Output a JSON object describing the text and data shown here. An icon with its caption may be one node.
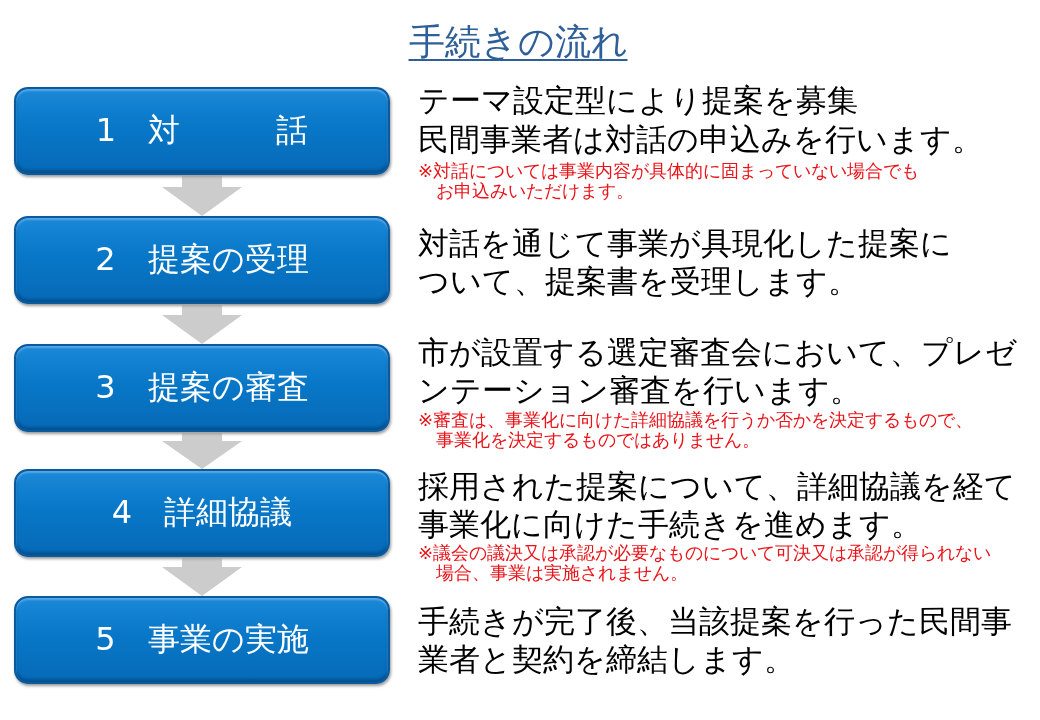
{
  "diagram": {
    "title": "手続きの流れ",
    "nodes": [
      {
        "text": [
          "1　対　　　話"
        ],
        "beside": [
          "テーマ設定型により提案を募集",
          "民間事業者は対話の申込みを行います。",
          "※対話については事業内容が具体的に固まっていない場合でもお申込みいただけます。"
        ]
      },
      {
        "text": [
          "2　提案の受理"
        ],
        "beside": [
          "対話を通じて事業が具現化した提案について、提案書を受理します。"
        ]
      },
      {
        "text": [
          "3　提案の審査"
        ],
        "beside": [
          "市が設置する選定審査会において、プレゼンテーション審査を行います。",
          "※審査は、事業化に向けた詳細協議を行うか否かを決定するもので、事業化を決定するものではありません。"
        ]
      },
      {
        "text": [
          "4　詳細協議"
        ],
        "beside": [
          "採用された提案について、詳細協議を経て事業化に向けた手続きを進めます。",
          "※議会の議決又は承認が必要なものについて可決又は承認が得られない場合、事業は実施されません。"
        ]
      },
      {
        "text": [
          "5　事業の実施"
        ],
        "beside": [
          "手続きが完了後、当該提案を行った民間事業者と契約を締結します。"
        ]
      }
    ],
    "edges": [
      {
        "from": 0,
        "to": 1,
        "arrow": "to"
      },
      {
        "from": 1,
        "to": 2,
        "arrow": "to"
      },
      {
        "from": 2,
        "to": 3,
        "arrow": "to"
      },
      {
        "from": 3,
        "to": 4,
        "arrow": "to"
      }
    ]
  }
}
